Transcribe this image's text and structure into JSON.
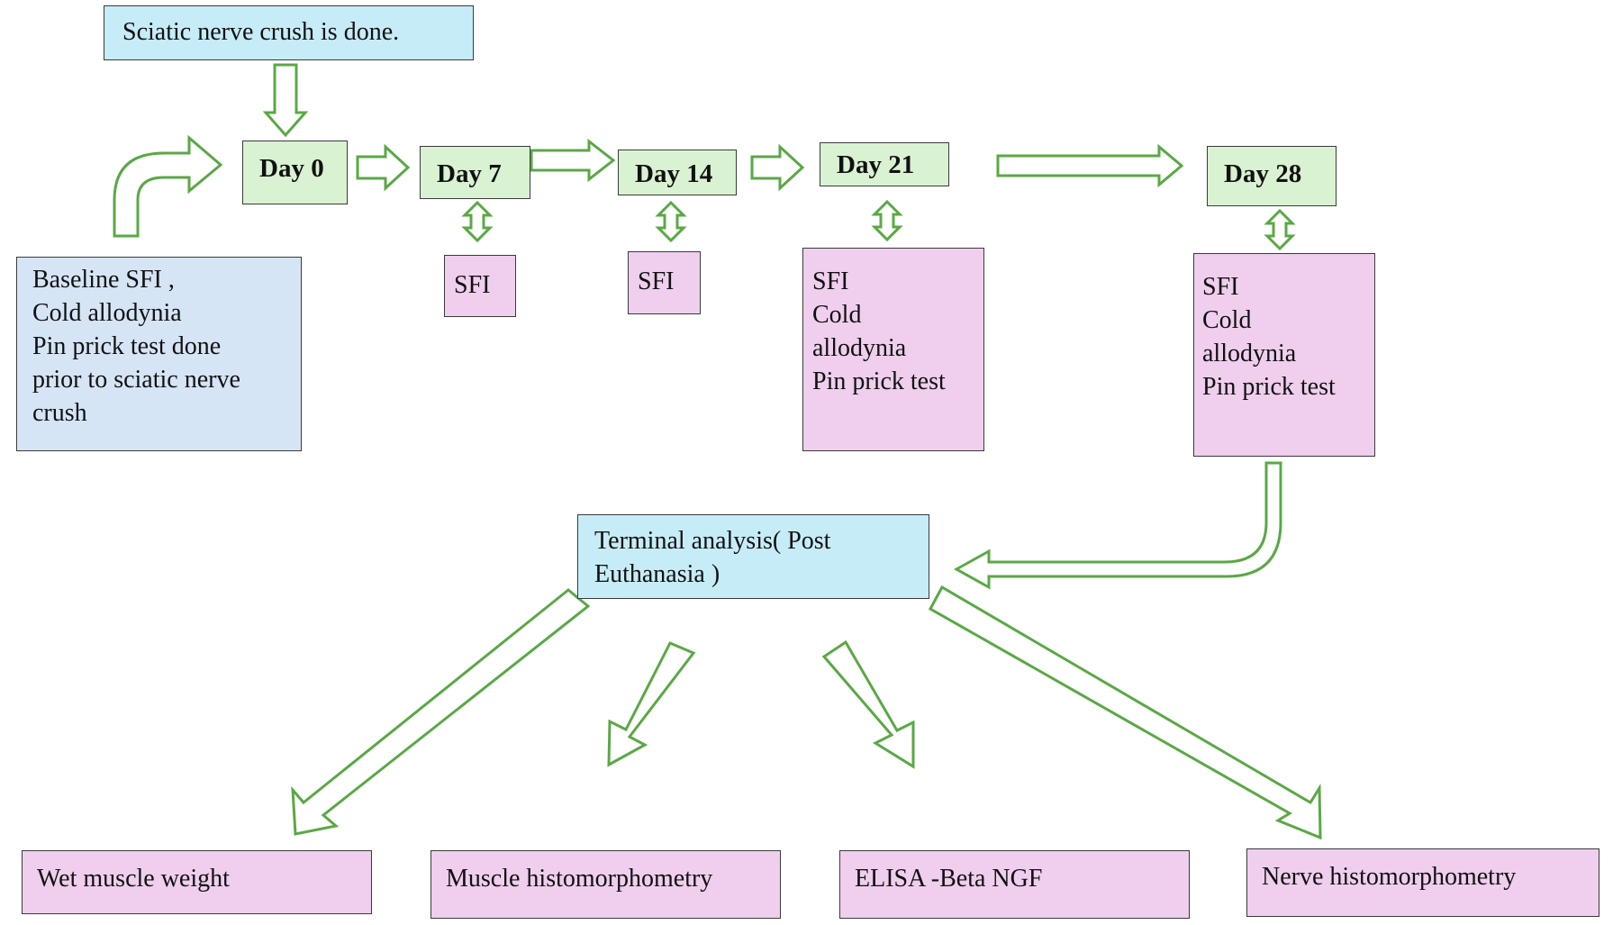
{
  "colors": {
    "arrow_stroke": "#5aa845",
    "box_blue": "#c6ecf8",
    "box_lightblue": "#d6e5f6",
    "box_green": "#d9f2d2",
    "box_pink": "#efcfed"
  },
  "top_box": {
    "text": "Sciatic nerve crush is done."
  },
  "baseline_box": {
    "lines": [
      "Baseline SFI ,",
      "Cold allodynia",
      "Pin prick test done",
      "prior to sciatic nerve",
      "crush"
    ]
  },
  "days": [
    {
      "label": "Day 0"
    },
    {
      "label": "Day 7"
    },
    {
      "label": "Day 14"
    },
    {
      "label": "Day 21"
    },
    {
      "label": "Day 28"
    }
  ],
  "tests": [
    {
      "lines": [
        "SFI"
      ]
    },
    {
      "lines": [
        "SFI"
      ]
    },
    {
      "lines": [
        "SFI",
        "Cold",
        "allodynia",
        "Pin prick test"
      ]
    },
    {
      "lines": [
        "SFI",
        "Cold",
        "allodynia",
        "Pin prick test"
      ]
    }
  ],
  "terminal_box": {
    "lines": [
      "Terminal analysis( Post",
      "Euthanasia )"
    ]
  },
  "outcomes": [
    {
      "label": "Wet muscle weight"
    },
    {
      "label": "Muscle histomorphometry"
    },
    {
      "label": "ELISA -Beta NGF"
    },
    {
      "label": "Nerve histomorphometry"
    }
  ]
}
